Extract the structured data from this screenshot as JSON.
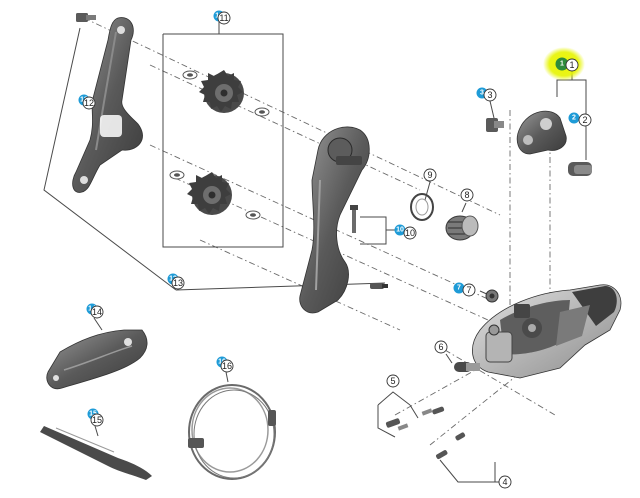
{
  "colors": {
    "badge": "#1e9bd7",
    "highlight_badge": "#2e8b3d",
    "highlight_glow": "#e6f400",
    "part_dark": "#4a4a4a",
    "part_mid": "#8a8a8a",
    "part_light": "#c9c9c9"
  },
  "callouts": [
    {
      "id": "1",
      "label": "1",
      "badge": "1",
      "highlighted": true
    },
    {
      "id": "2",
      "label": "2",
      "badge": "2",
      "highlighted": false
    },
    {
      "id": "3",
      "label": "3",
      "badge": "3",
      "highlighted": false
    },
    {
      "id": "4",
      "label": "4",
      "badge": null,
      "highlighted": false
    },
    {
      "id": "5",
      "label": "5",
      "badge": null,
      "highlighted": false
    },
    {
      "id": "6",
      "label": "6",
      "badge": null,
      "highlighted": false
    },
    {
      "id": "7",
      "label": "7",
      "badge": "7",
      "highlighted": false
    },
    {
      "id": "8",
      "label": "8",
      "badge": null,
      "highlighted": false
    },
    {
      "id": "9",
      "label": "9",
      "badge": null,
      "highlighted": false
    },
    {
      "id": "10",
      "label": "10",
      "badge": "10",
      "highlighted": false
    },
    {
      "id": "11",
      "label": "11",
      "badge": "11",
      "highlighted": false
    },
    {
      "id": "12",
      "label": "12",
      "badge": "12",
      "highlighted": false
    },
    {
      "id": "13",
      "label": "13",
      "badge": "13",
      "highlighted": false
    },
    {
      "id": "14",
      "label": "14",
      "badge": "14",
      "highlighted": false
    },
    {
      "id": "15",
      "label": "15",
      "badge": "15",
      "highlighted": false
    },
    {
      "id": "16",
      "label": "16",
      "badge": "16",
      "highlighted": false
    }
  ]
}
